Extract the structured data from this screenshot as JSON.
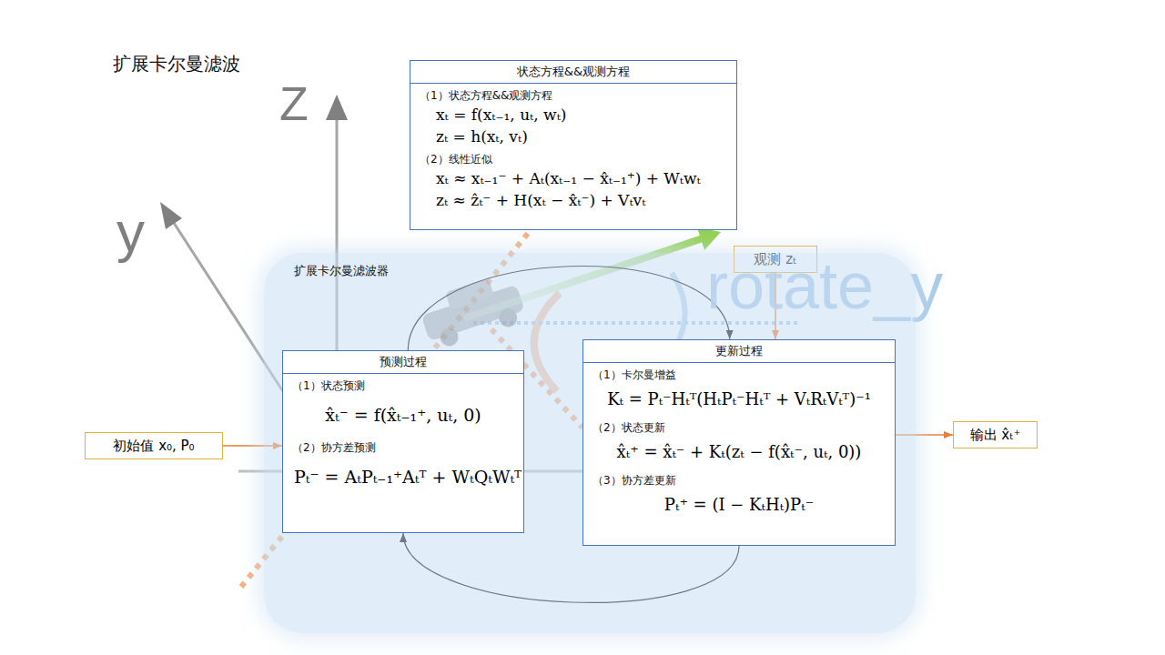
{
  "diagram": {
    "title": "扩展卡尔曼滤波",
    "nodes": [
      {
        "text": [
          "状态方程&&观测方程",
          "（1）状态方程&&观测方程",
          "xₜ = f(xₜ₋₁, uₜ, wₜ)",
          "zₜ = h(xₜ, vₜ)",
          "（2）线性近似",
          "xₜ ≈ xₜ₋₁⁻ + Aₜ(xₜ₋₁ − x̂ₜ₋₁⁺) + Wₜwₜ",
          "zₜ ≈ ẑₜ⁻ + H(xₜ − x̂ₜ⁻) + Vₜvₜ"
        ]
      },
      {
        "text": [
          "观测 zₜ"
        ]
      },
      {
        "text": [
          "扩展卡尔曼滤波器"
        ]
      },
      {
        "text": [
          "预测过程",
          "（1）状态预测",
          "x̂ₜ⁻ = f(x̂ₜ₋₁⁺, uₜ, 0)",
          "（2）协方差预测",
          "Pₜ⁻ = AₜPₜ₋₁⁺Aₜᵀ + WₜQₜWₜᵀ"
        ],
        "in": 2
      },
      {
        "text": [
          "更新过程",
          "（1）卡尔曼增益",
          "Kₜ = Pₜ⁻Hₜᵀ(HₜPₜ⁻Hₜᵀ + VₜRₜVₜᵀ)⁻¹",
          "（2）状态更新",
          "x̂ₜ⁺ = x̂ₜ⁻ + Kₜ(zₜ − f(x̂ₜ⁻, uₜ, 0))",
          "（3）协方差更新",
          "Pₜ⁺ = (I − KₜHₜ)Pₜ⁻"
        ],
        "in": 2
      },
      {
        "text": [
          "初始值 x₀, P₀"
        ]
      },
      {
        "text": [
          "输出 x̂ₜ⁺"
        ]
      }
    ],
    "edges": [
      {
        "from": 5,
        "to": 3,
        "arrow": "to"
      },
      {
        "from": 1,
        "to": 4,
        "arrow": "to"
      },
      {
        "from": 4,
        "to": 6,
        "arrow": "to"
      },
      {
        "from": 3,
        "to": 4,
        "arrow": "to"
      },
      {
        "from": 4,
        "to": 3,
        "arrow": "to"
      }
    ],
    "labels": [
      "Z",
      "y",
      "rotate_y"
    ]
  }
}
